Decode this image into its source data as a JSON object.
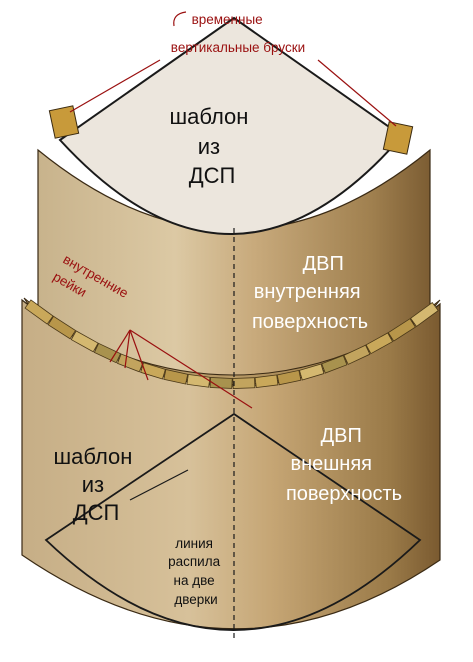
{
  "labels": {
    "temp_bars": [
      "временные",
      "вертикальные бруски"
    ],
    "template_top": [
      "шаблон",
      "из",
      "ДСП"
    ],
    "dvp_inner": [
      "ДВП",
      "внутренняя",
      "поверхность"
    ],
    "inner_slats": [
      "внутренние",
      "рейки"
    ],
    "template_bottom": [
      "шаблон",
      "из",
      "ДСП"
    ],
    "dvp_outer": [
      "ДВП",
      "внешняя",
      "поверхность"
    ],
    "cut_line": [
      "линия",
      "распила",
      "на две",
      "дверки"
    ]
  },
  "colors": {
    "panel_light": "#d6c19a",
    "panel_dark": "#8a6a3e",
    "template_fill": "#ece6dd",
    "slat_fill": "#c9a85a",
    "annotation": "#9a1010",
    "outline": "#1a1a1a"
  }
}
